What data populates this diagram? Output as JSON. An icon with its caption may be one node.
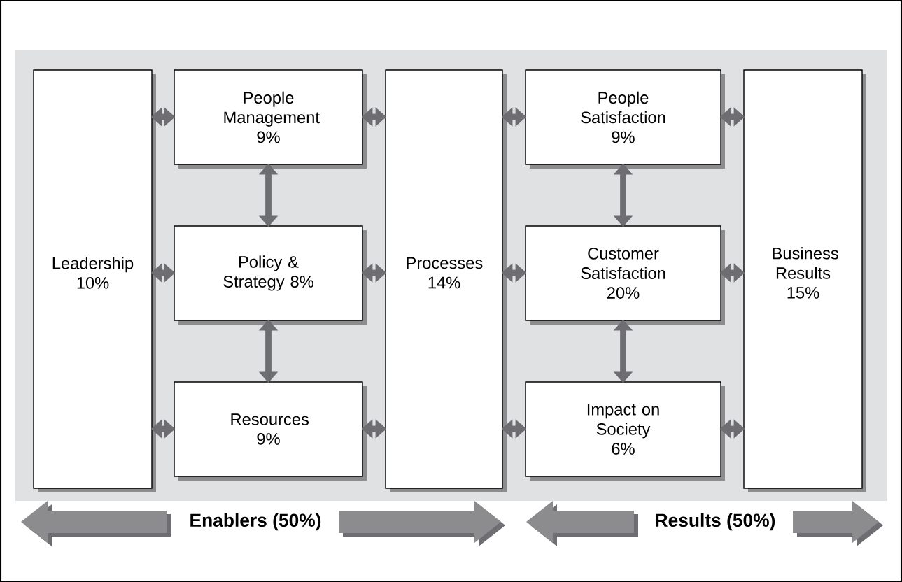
{
  "diagram": {
    "nodes": [
      {
        "text": [
          "Leadership 10%"
        ]
      },
      {
        "text": [
          "People Management 9%"
        ]
      },
      {
        "text": [
          "Policy & Strategy 8%"
        ]
      },
      {
        "text": [
          "Resources 9%"
        ]
      },
      {
        "text": [
          "Processes 14%"
        ]
      },
      {
        "text": [
          "People Satisfaction 9%"
        ]
      },
      {
        "text": [
          "Customer Satisfaction 20%"
        ]
      },
      {
        "text": [
          "Impact on Society 6%"
        ]
      },
      {
        "text": [
          "Business Results 15%"
        ]
      }
    ],
    "edges": [
      {
        "from": 0,
        "to": 1,
        "arrow": "both"
      },
      {
        "from": 1,
        "to": 4,
        "arrow": "both"
      },
      {
        "from": 4,
        "to": 5,
        "arrow": "both"
      },
      {
        "from": 5,
        "to": 8,
        "arrow": "both"
      },
      {
        "from": 1,
        "to": 2,
        "arrow": "both"
      },
      {
        "from": 5,
        "to": 6,
        "arrow": "both"
      },
      {
        "from": 0,
        "to": 2,
        "arrow": "both"
      },
      {
        "from": 2,
        "to": 4,
        "arrow": "both"
      },
      {
        "from": 4,
        "to": 6,
        "arrow": "both"
      },
      {
        "from": 6,
        "to": 8,
        "arrow": "both"
      },
      {
        "from": 2,
        "to": 3,
        "arrow": "both"
      },
      {
        "from": 6,
        "to": 7,
        "arrow": "both"
      },
      {
        "from": 0,
        "to": 3,
        "arrow": "both"
      },
      {
        "from": 3,
        "to": 4,
        "arrow": "both"
      },
      {
        "from": 4,
        "to": 7,
        "arrow": "both"
      },
      {
        "from": 7,
        "to": 8,
        "arrow": "both"
      }
    ],
    "labels": [
      "Enablers (50%)",
      "Results (50%)"
    ]
  }
}
